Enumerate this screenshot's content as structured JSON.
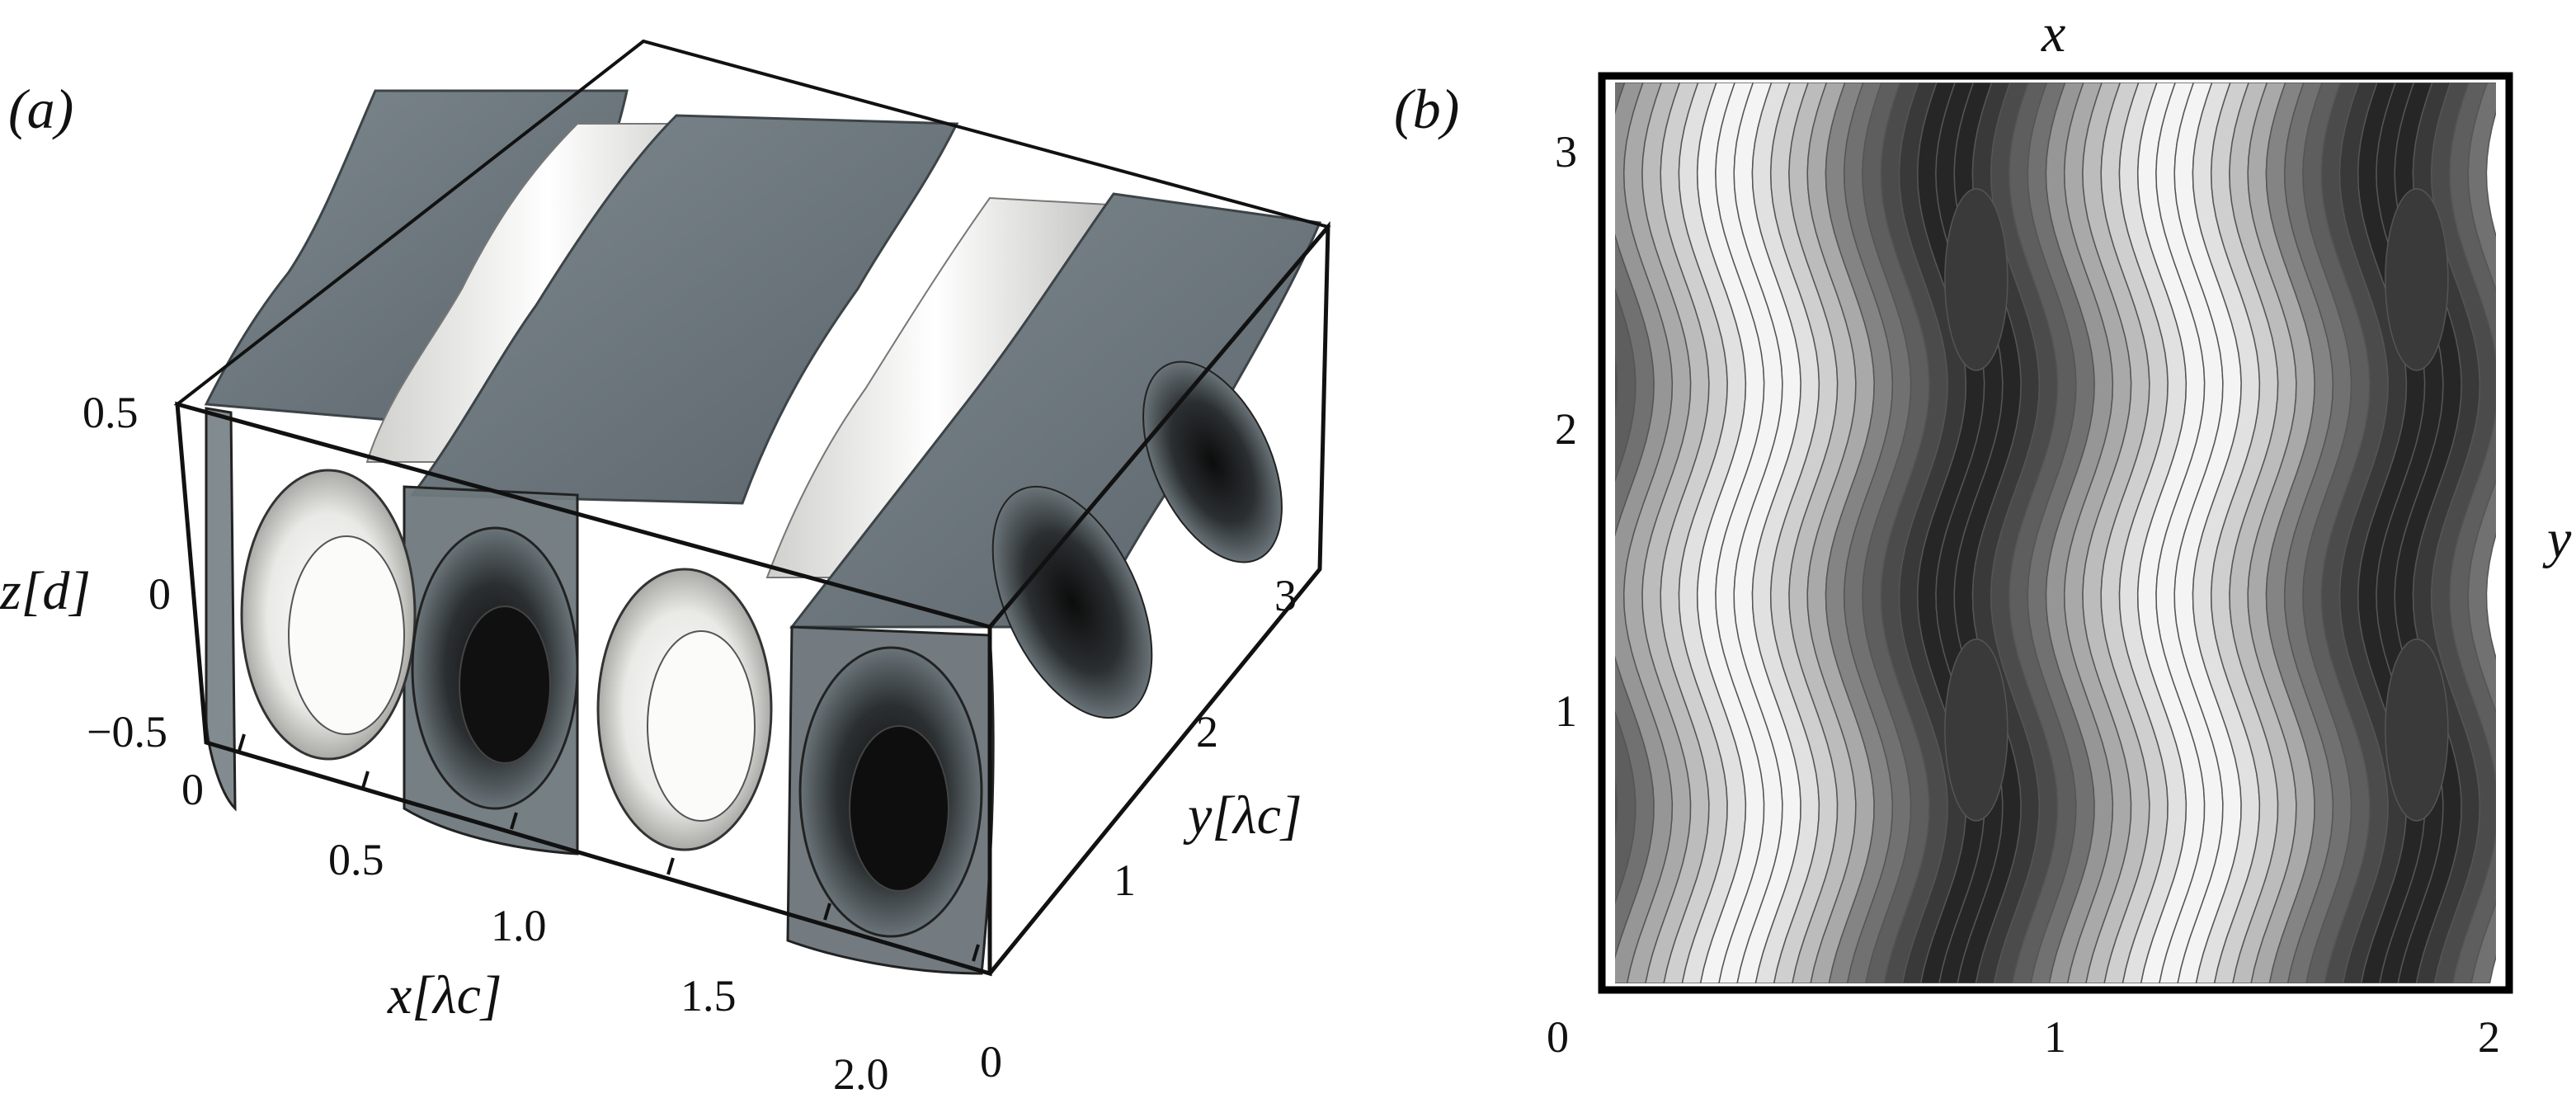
{
  "panels": {
    "a": {
      "label": "(a)",
      "axes": {
        "x_label": "x[λc]",
        "y_label": "y[λc]",
        "z_label": "z[d]",
        "x_ticks": [
          "0",
          "0.5",
          "1.0",
          "1.5",
          "2.0"
        ],
        "y_ticks": [
          "0",
          "1",
          "2",
          "3"
        ],
        "z_ticks": [
          "0.5",
          "0",
          "−0.5"
        ]
      },
      "colors": {
        "dark_surface": "#6c777d",
        "light_surface": "#f2f2f0",
        "box": "#111111"
      }
    },
    "b": {
      "label": "(b)",
      "axes": {
        "x_label": "x",
        "y_label": "y",
        "x_ticks": [
          "0",
          "1",
          "2"
        ],
        "y_ticks": [
          "1",
          "2",
          "3"
        ]
      },
      "colors": {
        "frame": "#000000"
      }
    }
  },
  "chart_data": [
    {
      "type": "other",
      "description_ref": "panel a (3-D isosurface rendering)",
      "xlim": [
        0,
        2
      ],
      "ylim": [
        0,
        3.2
      ],
      "zlim": [
        -0.5,
        0.5
      ]
    },
    {
      "type": "heatmap",
      "description_ref": "panel b (filled contour plot)",
      "xlim": [
        0,
        2
      ],
      "ylim": [
        0,
        3.2
      ],
      "contour_levels": 12,
      "colormap": [
        "#262626",
        "#f4f4f4"
      ]
    }
  ]
}
